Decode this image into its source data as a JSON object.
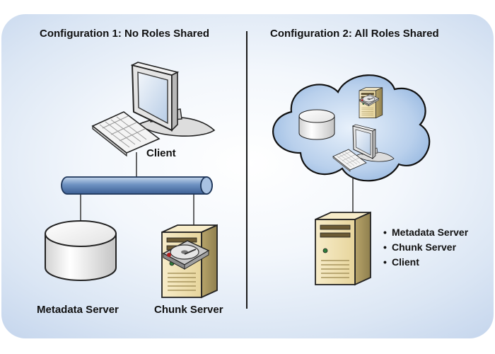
{
  "config1": {
    "title": "Configuration 1:  No Roles Shared",
    "client_label": "Client",
    "metadata_label": "Metadata Server",
    "chunk_label": "Chunk Server"
  },
  "config2": {
    "title": "Configuration 2: All Roles Shared",
    "roles": [
      "Metadata Server",
      "Chunk Server",
      "Client"
    ]
  },
  "icons": {
    "client": "desktop-computer-icon",
    "network": "network-bus-icon",
    "metadata": "database-cylinder-icon",
    "chunk": "server-tower-with-disk-icon",
    "cloud": "cloud-icon"
  }
}
